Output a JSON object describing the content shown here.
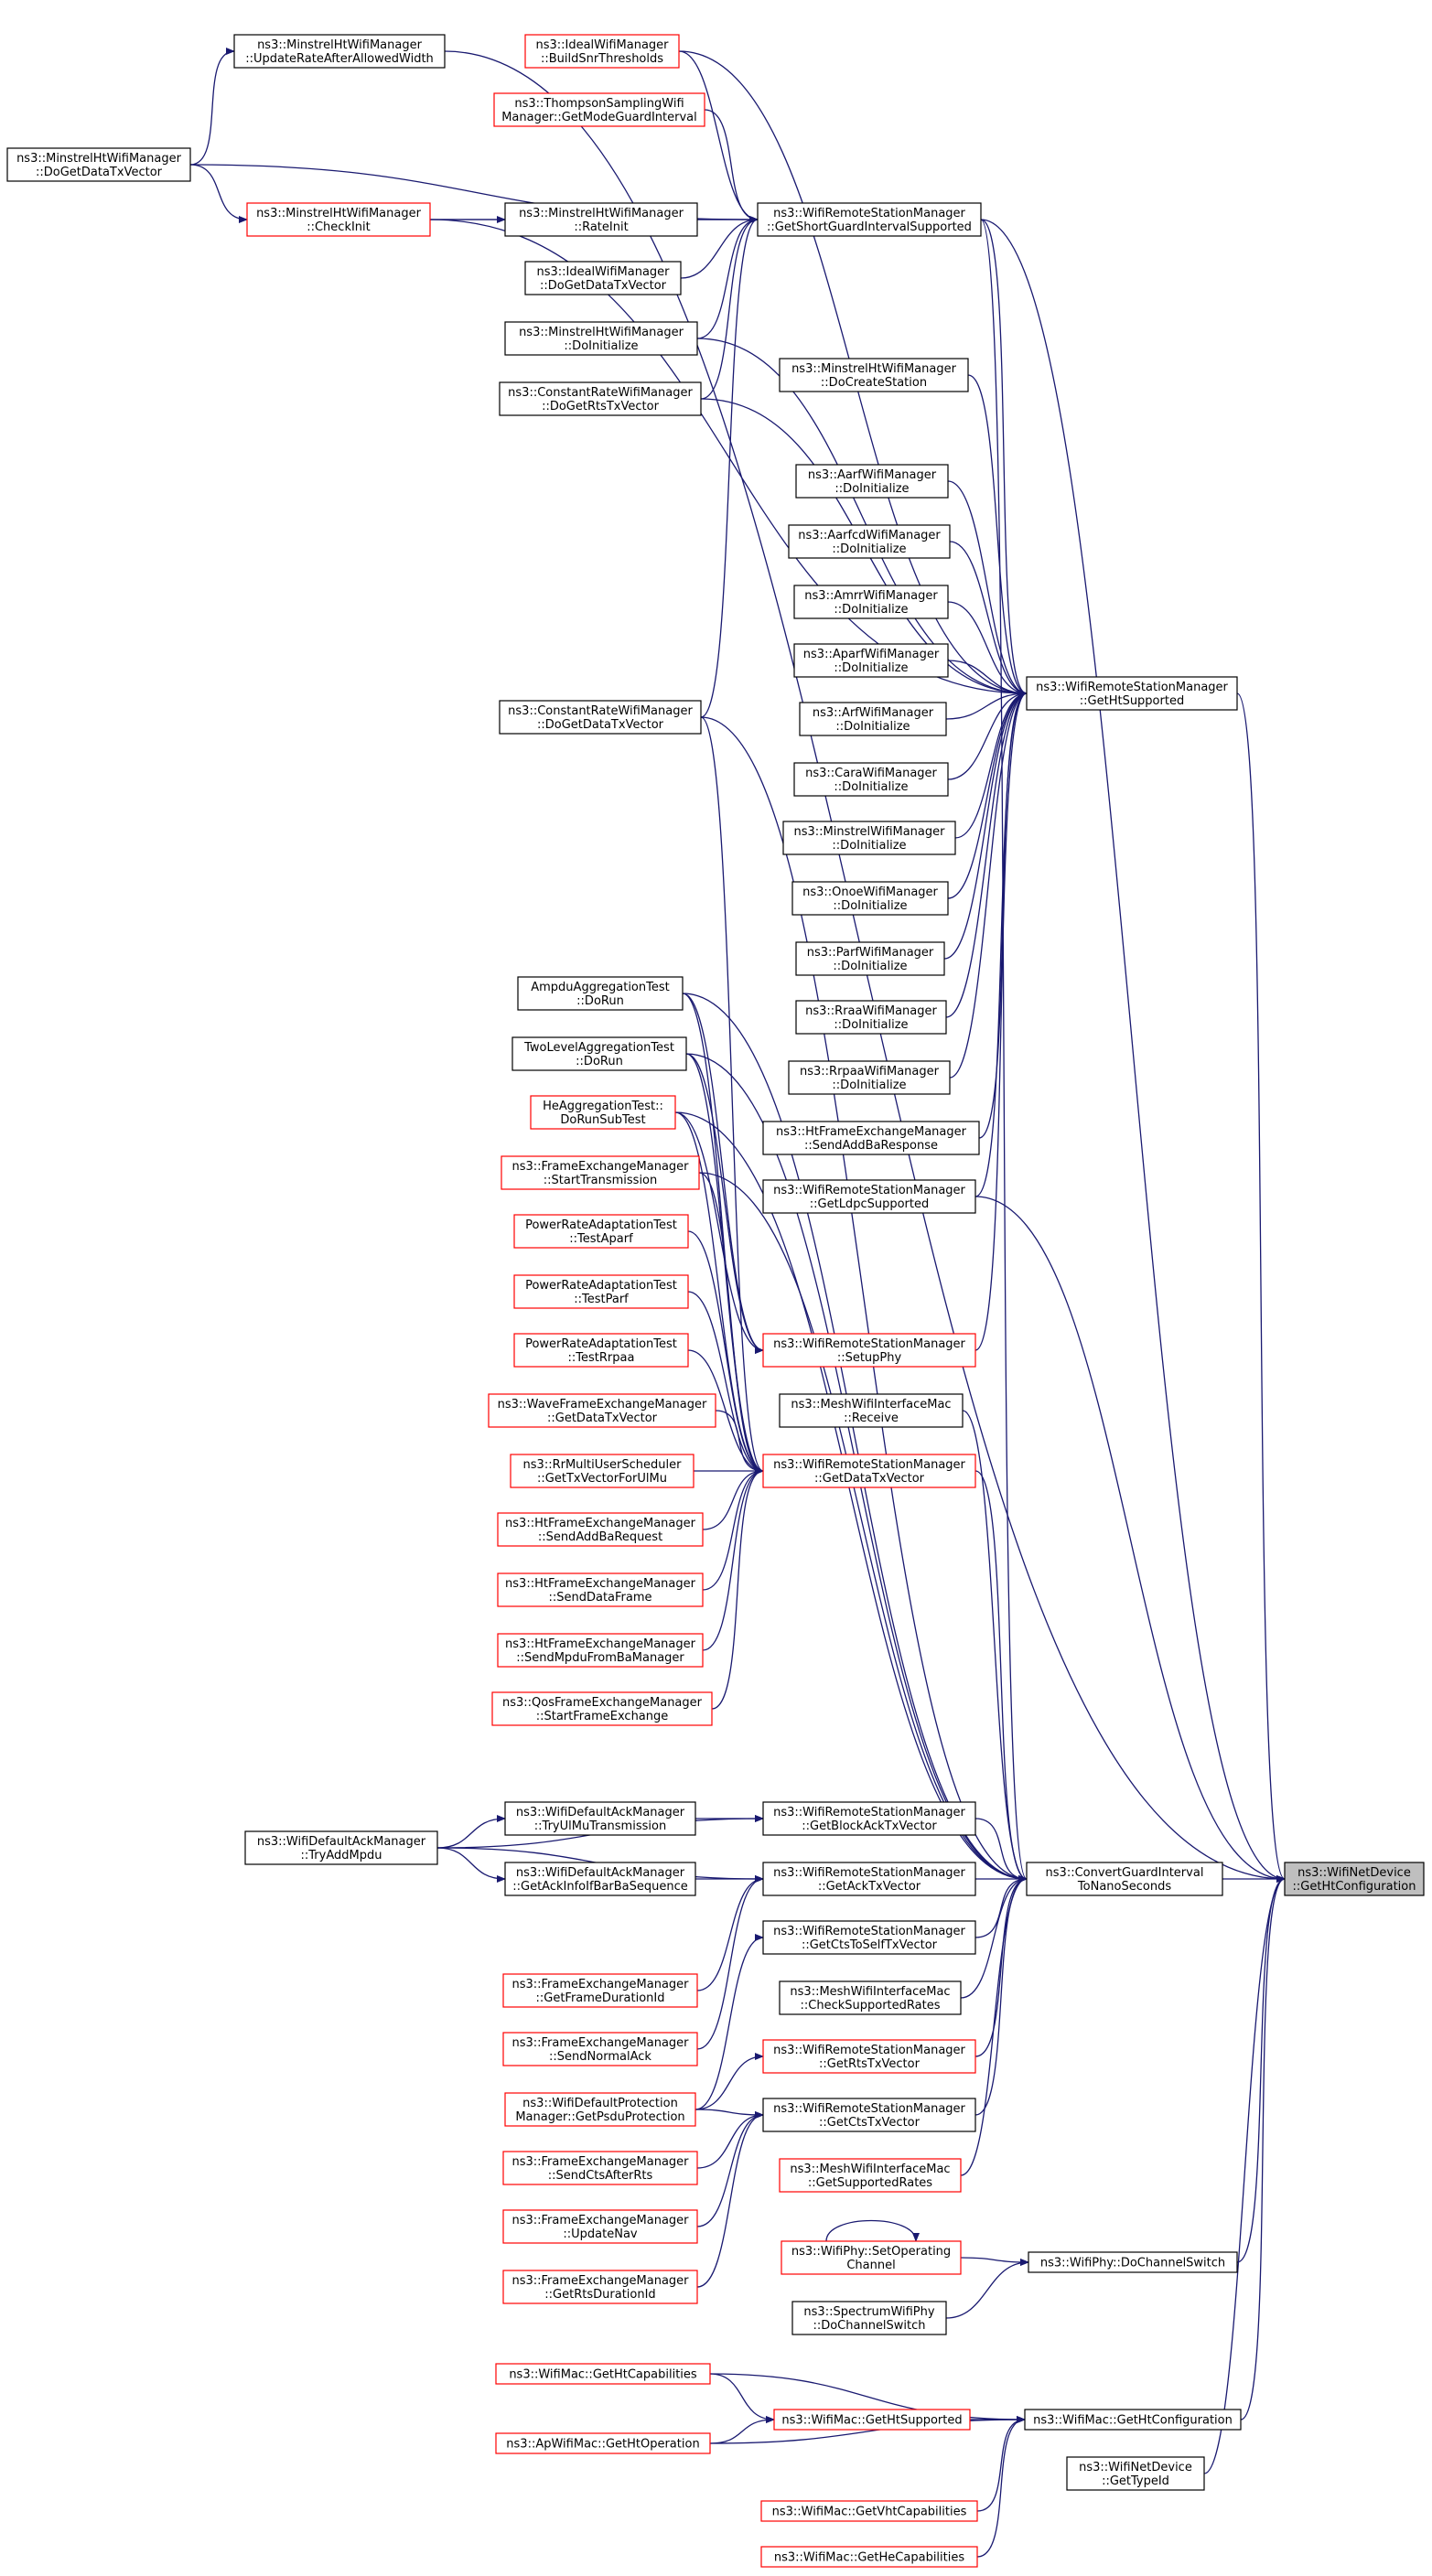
{
  "graph": {
    "target_id": "n00",
    "nodes": [
      {
        "id": "n00",
        "lines": [
          "ns3::WifiNetDevice",
          "::GetHtConfiguration"
        ],
        "style": "gray"
      },
      {
        "id": "n01",
        "lines": [
          "ns3::ConvertGuardInterval",
          "ToNanoSeconds"
        ],
        "style": "black"
      },
      {
        "id": "n02",
        "lines": [
          "ns3::WifiRemoteStationManager",
          "::GetHtSupported"
        ],
        "style": "black"
      },
      {
        "id": "n03",
        "lines": [
          "ns3::WifiRemoteStationManager",
          "::GetShortGuardIntervalSupported"
        ],
        "style": "black"
      },
      {
        "id": "n04",
        "lines": [
          "ns3::MinstrelHtWifiManager",
          "::UpdateRateAfterAllowedWidth"
        ],
        "style": "black"
      },
      {
        "id": "n05",
        "lines": [
          "ns3::MinstrelHtWifiManager",
          "::DoGetDataTxVector"
        ],
        "style": "black"
      },
      {
        "id": "n06",
        "lines": [
          "ns3::IdealWifiManager",
          "::BuildSnrThresholds"
        ],
        "style": "red"
      },
      {
        "id": "n07",
        "lines": [
          "ns3::ThompsonSamplingWifi",
          "Manager::GetModeGuardInterval"
        ],
        "style": "red"
      },
      {
        "id": "n08",
        "lines": [
          "ns3::MinstrelHtWifiManager",
          "::CheckInit"
        ],
        "style": "red"
      },
      {
        "id": "n09",
        "lines": [
          "ns3::MinstrelHtWifiManager",
          "::RateInit"
        ],
        "style": "black"
      },
      {
        "id": "n10",
        "lines": [
          "ns3::IdealWifiManager",
          "::DoGetDataTxVector"
        ],
        "style": "black"
      },
      {
        "id": "n11",
        "lines": [
          "ns3::MinstrelHtWifiManager",
          "::DoInitialize"
        ],
        "style": "black"
      },
      {
        "id": "n12",
        "lines": [
          "ns3::ConstantRateWifiManager",
          "::DoGetRtsTxVector"
        ],
        "style": "black"
      },
      {
        "id": "n13",
        "lines": [
          "ns3::MinstrelHtWifiManager",
          "::DoCreateStation"
        ],
        "style": "black"
      },
      {
        "id": "n14",
        "lines": [
          "ns3::AarfWifiManager",
          "::DoInitialize"
        ],
        "style": "black"
      },
      {
        "id": "n15",
        "lines": [
          "ns3::AarfcdWifiManager",
          "::DoInitialize"
        ],
        "style": "black"
      },
      {
        "id": "n16",
        "lines": [
          "ns3::AmrrWifiManager",
          "::DoInitialize"
        ],
        "style": "black"
      },
      {
        "id": "n17",
        "lines": [
          "ns3::AparfWifiManager",
          "::DoInitialize"
        ],
        "style": "black"
      },
      {
        "id": "n18",
        "lines": [
          "ns3::ArfWifiManager",
          "::DoInitialize"
        ],
        "style": "black"
      },
      {
        "id": "n19",
        "lines": [
          "ns3::CaraWifiManager",
          "::DoInitialize"
        ],
        "style": "black"
      },
      {
        "id": "n20",
        "lines": [
          "ns3::MinstrelWifiManager",
          "::DoInitialize"
        ],
        "style": "black"
      },
      {
        "id": "n21",
        "lines": [
          "ns3::OnoeWifiManager",
          "::DoInitialize"
        ],
        "style": "black"
      },
      {
        "id": "n22",
        "lines": [
          "ns3::ParfWifiManager",
          "::DoInitialize"
        ],
        "style": "black"
      },
      {
        "id": "n23",
        "lines": [
          "ns3::RraaWifiManager",
          "::DoInitialize"
        ],
        "style": "black"
      },
      {
        "id": "n24",
        "lines": [
          "ns3::RrpaaWifiManager",
          "::DoInitialize"
        ],
        "style": "black"
      },
      {
        "id": "n25",
        "lines": [
          "ns3::HtFrameExchangeManager",
          "::SendAddBaResponse"
        ],
        "style": "black"
      },
      {
        "id": "n26",
        "lines": [
          "ns3::WifiRemoteStationManager",
          "::GetLdpcSupported"
        ],
        "style": "black"
      },
      {
        "id": "n27",
        "lines": [
          "ns3::WifiRemoteStationManager",
          "::SetupPhy"
        ],
        "style": "red"
      },
      {
        "id": "n28",
        "lines": [
          "ns3::ConstantRateWifiManager",
          "::DoGetDataTxVector"
        ],
        "style": "black"
      },
      {
        "id": "n29",
        "lines": [
          "AmpduAggregationTest",
          "::DoRun"
        ],
        "style": "black"
      },
      {
        "id": "n30",
        "lines": [
          "TwoLevelAggregationTest",
          "::DoRun"
        ],
        "style": "black"
      },
      {
        "id": "n31",
        "lines": [
          "HeAggregationTest::",
          "DoRunSubTest"
        ],
        "style": "red"
      },
      {
        "id": "n32",
        "lines": [
          "ns3::FrameExchangeManager",
          "::StartTransmission"
        ],
        "style": "red"
      },
      {
        "id": "n33",
        "lines": [
          "PowerRateAdaptationTest",
          "::TestAparf"
        ],
        "style": "red"
      },
      {
        "id": "n34",
        "lines": [
          "PowerRateAdaptationTest",
          "::TestParf"
        ],
        "style": "red"
      },
      {
        "id": "n35",
        "lines": [
          "PowerRateAdaptationTest",
          "::TestRrpaa"
        ],
        "style": "red"
      },
      {
        "id": "n36",
        "lines": [
          "ns3::MeshWifiInterfaceMac",
          "::Receive"
        ],
        "style": "black"
      },
      {
        "id": "n37",
        "lines": [
          "ns3::WifiRemoteStationManager",
          "::GetDataTxVector"
        ],
        "style": "red"
      },
      {
        "id": "n38",
        "lines": [
          "ns3::WaveFrameExchangeManager",
          "::GetDataTxVector"
        ],
        "style": "red"
      },
      {
        "id": "n39",
        "lines": [
          "ns3::RrMultiUserScheduler",
          "::GetTxVectorForUlMu"
        ],
        "style": "red"
      },
      {
        "id": "n40",
        "lines": [
          "ns3::HtFrameExchangeManager",
          "::SendAddBaRequest"
        ],
        "style": "red"
      },
      {
        "id": "n41",
        "lines": [
          "ns3::HtFrameExchangeManager",
          "::SendDataFrame"
        ],
        "style": "red"
      },
      {
        "id": "n42",
        "lines": [
          "ns3::HtFrameExchangeManager",
          "::SendMpduFromBaManager"
        ],
        "style": "red"
      },
      {
        "id": "n43",
        "lines": [
          "ns3::QosFrameExchangeManager",
          "::StartFrameExchange"
        ],
        "style": "red"
      },
      {
        "id": "n44",
        "lines": [
          "ns3::WifiRemoteStationManager",
          "::GetBlockAckTxVector"
        ],
        "style": "black"
      },
      {
        "id": "n45",
        "lines": [
          "ns3::WifiDefaultAckManager",
          "::TryUlMuTransmission"
        ],
        "style": "black"
      },
      {
        "id": "n46",
        "lines": [
          "ns3::WifiDefaultAckManager",
          "::TryAddMpdu"
        ],
        "style": "black"
      },
      {
        "id": "n47",
        "lines": [
          "ns3::WifiDefaultAckManager",
          "::GetAckInfoIfBarBaSequence"
        ],
        "style": "black"
      },
      {
        "id": "n48",
        "lines": [
          "ns3::WifiRemoteStationManager",
          "::GetAckTxVector"
        ],
        "style": "black"
      },
      {
        "id": "n49",
        "lines": [
          "ns3::WifiRemoteStationManager",
          "::GetCtsToSelfTxVector"
        ],
        "style": "black"
      },
      {
        "id": "n50",
        "lines": [
          "ns3::FrameExchangeManager",
          "::GetFrameDurationId"
        ],
        "style": "red"
      },
      {
        "id": "n51",
        "lines": [
          "ns3::MeshWifiInterfaceMac",
          "::CheckSupportedRates"
        ],
        "style": "black"
      },
      {
        "id": "n52",
        "lines": [
          "ns3::FrameExchangeManager",
          "::SendNormalAck"
        ],
        "style": "red"
      },
      {
        "id": "n53",
        "lines": [
          "ns3::WifiRemoteStationManager",
          "::GetRtsTxVector"
        ],
        "style": "red"
      },
      {
        "id": "n54",
        "lines": [
          "ns3::WifiDefaultProtection",
          "Manager::GetPsduProtection"
        ],
        "style": "red"
      },
      {
        "id": "n55",
        "lines": [
          "ns3::WifiRemoteStationManager",
          "::GetCtsTxVector"
        ],
        "style": "black"
      },
      {
        "id": "n56",
        "lines": [
          "ns3::FrameExchangeManager",
          "::SendCtsAfterRts"
        ],
        "style": "red"
      },
      {
        "id": "n57",
        "lines": [
          "ns3::MeshWifiInterfaceMac",
          "::GetSupportedRates"
        ],
        "style": "red"
      },
      {
        "id": "n58",
        "lines": [
          "ns3::FrameExchangeManager",
          "::UpdateNav"
        ],
        "style": "red"
      },
      {
        "id": "n59",
        "lines": [
          "ns3::FrameExchangeManager",
          "::GetRtsDurationId"
        ],
        "style": "red"
      },
      {
        "id": "n60",
        "lines": [
          "ns3::WifiPhy::SetOperating",
          "Channel"
        ],
        "style": "red"
      },
      {
        "id": "n61",
        "lines": [
          "ns3::WifiPhy::DoChannelSwitch"
        ],
        "style": "black"
      },
      {
        "id": "n62",
        "lines": [
          "ns3::SpectrumWifiPhy",
          "::DoChannelSwitch"
        ],
        "style": "black"
      },
      {
        "id": "n63",
        "lines": [
          "ns3::WifiMac::GetHtCapabilities"
        ],
        "style": "red"
      },
      {
        "id": "n64",
        "lines": [
          "ns3::WifiMac::GetHtSupported"
        ],
        "style": "red"
      },
      {
        "id": "n65",
        "lines": [
          "ns3::WifiMac::GetHtConfiguration"
        ],
        "style": "black"
      },
      {
        "id": "n66",
        "lines": [
          "ns3::ApWifiMac::GetHtOperation"
        ],
        "style": "red"
      },
      {
        "id": "n67",
        "lines": [
          "ns3::WifiNetDevice",
          "::GetTypeId"
        ],
        "style": "black"
      },
      {
        "id": "n68",
        "lines": [
          "ns3::WifiMac::GetVhtCapabilities"
        ],
        "style": "red"
      },
      {
        "id": "n69",
        "lines": [
          "ns3::WifiMac::GetHeCapabilities"
        ],
        "style": "red"
      }
    ],
    "edges": [
      [
        "n01",
        "n00"
      ],
      [
        "n02",
        "n00"
      ],
      [
        "n03",
        "n00"
      ],
      [
        "n26",
        "n00"
      ],
      [
        "n61",
        "n00"
      ],
      [
        "n65",
        "n00"
      ],
      [
        "n67",
        "n00"
      ],
      [
        "n04",
        "n00"
      ],
      [
        "n37",
        "n01"
      ],
      [
        "n44",
        "n01"
      ],
      [
        "n48",
        "n01"
      ],
      [
        "n49",
        "n01"
      ],
      [
        "n51",
        "n01"
      ],
      [
        "n53",
        "n01"
      ],
      [
        "n55",
        "n01"
      ],
      [
        "n57",
        "n01"
      ],
      [
        "n36",
        "n01"
      ],
      [
        "n29",
        "n01"
      ],
      [
        "n30",
        "n01"
      ],
      [
        "n31",
        "n01"
      ],
      [
        "n32",
        "n01"
      ],
      [
        "n28",
        "n01"
      ],
      [
        "n03",
        "n01"
      ],
      [
        "n13",
        "n02"
      ],
      [
        "n14",
        "n02"
      ],
      [
        "n15",
        "n02"
      ],
      [
        "n16",
        "n02"
      ],
      [
        "n17",
        "n02"
      ],
      [
        "n18",
        "n02"
      ],
      [
        "n19",
        "n02"
      ],
      [
        "n20",
        "n02"
      ],
      [
        "n21",
        "n02"
      ],
      [
        "n22",
        "n02"
      ],
      [
        "n23",
        "n02"
      ],
      [
        "n24",
        "n02"
      ],
      [
        "n25",
        "n02"
      ],
      [
        "n26",
        "n02"
      ],
      [
        "n27",
        "n02"
      ],
      [
        "n03",
        "n02"
      ],
      [
        "n11",
        "n02"
      ],
      [
        "n12",
        "n02"
      ],
      [
        "n06",
        "n02"
      ],
      [
        "n08",
        "n02"
      ],
      [
        "n05",
        "n03"
      ],
      [
        "n06",
        "n03"
      ],
      [
        "n07",
        "n03"
      ],
      [
        "n09",
        "n03"
      ],
      [
        "n10",
        "n03"
      ],
      [
        "n11",
        "n03"
      ],
      [
        "n12",
        "n03"
      ],
      [
        "n28",
        "n03"
      ],
      [
        "n08",
        "n03"
      ],
      [
        "n05",
        "n04"
      ],
      [
        "n05",
        "n08"
      ],
      [
        "n08",
        "n09"
      ],
      [
        "n29",
        "n27"
      ],
      [
        "n30",
        "n27"
      ],
      [
        "n31",
        "n27"
      ],
      [
        "n28",
        "n37"
      ],
      [
        "n29",
        "n37"
      ],
      [
        "n30",
        "n37"
      ],
      [
        "n31",
        "n37"
      ],
      [
        "n32",
        "n37"
      ],
      [
        "n33",
        "n37"
      ],
      [
        "n34",
        "n37"
      ],
      [
        "n35",
        "n37"
      ],
      [
        "n38",
        "n37"
      ],
      [
        "n39",
        "n37"
      ],
      [
        "n40",
        "n37"
      ],
      [
        "n41",
        "n37"
      ],
      [
        "n42",
        "n37"
      ],
      [
        "n43",
        "n37"
      ],
      [
        "n45",
        "n44"
      ],
      [
        "n46",
        "n44"
      ],
      [
        "n46",
        "n45"
      ],
      [
        "n47",
        "n48"
      ],
      [
        "n46",
        "n47"
      ],
      [
        "n46",
        "n48"
      ],
      [
        "n50",
        "n48"
      ],
      [
        "n52",
        "n48"
      ],
      [
        "n54",
        "n49"
      ],
      [
        "n54",
        "n53"
      ],
      [
        "n54",
        "n55"
      ],
      [
        "n56",
        "n55"
      ],
      [
        "n58",
        "n55"
      ],
      [
        "n59",
        "n55"
      ],
      [
        "n60",
        "n61"
      ],
      [
        "n60",
        "n60"
      ],
      [
        "n62",
        "n61"
      ],
      [
        "n63",
        "n65"
      ],
      [
        "n64",
        "n65"
      ],
      [
        "n66",
        "n65"
      ],
      [
        "n68",
        "n65"
      ],
      [
        "n69",
        "n65"
      ],
      [
        "n63",
        "n64"
      ],
      [
        "n66",
        "n64"
      ]
    ]
  }
}
